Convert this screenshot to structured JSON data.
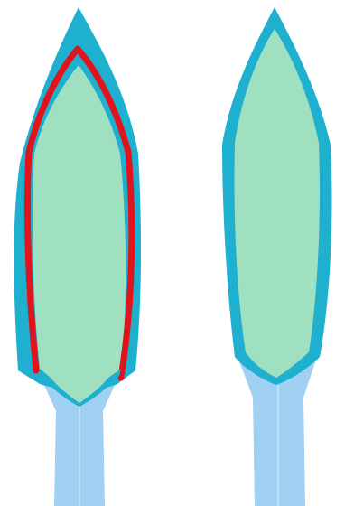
{
  "colors": {
    "background": "#ffffff",
    "outer_layer": "#1fb0d0",
    "inner_body": "#9fe0c0",
    "stalk": "#a0d0f2",
    "stalk_line": "#bfe0f8",
    "highlight_outline": "#e0141c"
  },
  "diagram": {
    "figures": [
      {
        "id": "left",
        "parts": [
          "outer-layer",
          "inner-body",
          "stalk",
          "highlight-outline"
        ],
        "highlighted": true
      },
      {
        "id": "right",
        "parts": [
          "outer-layer",
          "inner-body",
          "stalk"
        ],
        "highlighted": false
      }
    ]
  }
}
